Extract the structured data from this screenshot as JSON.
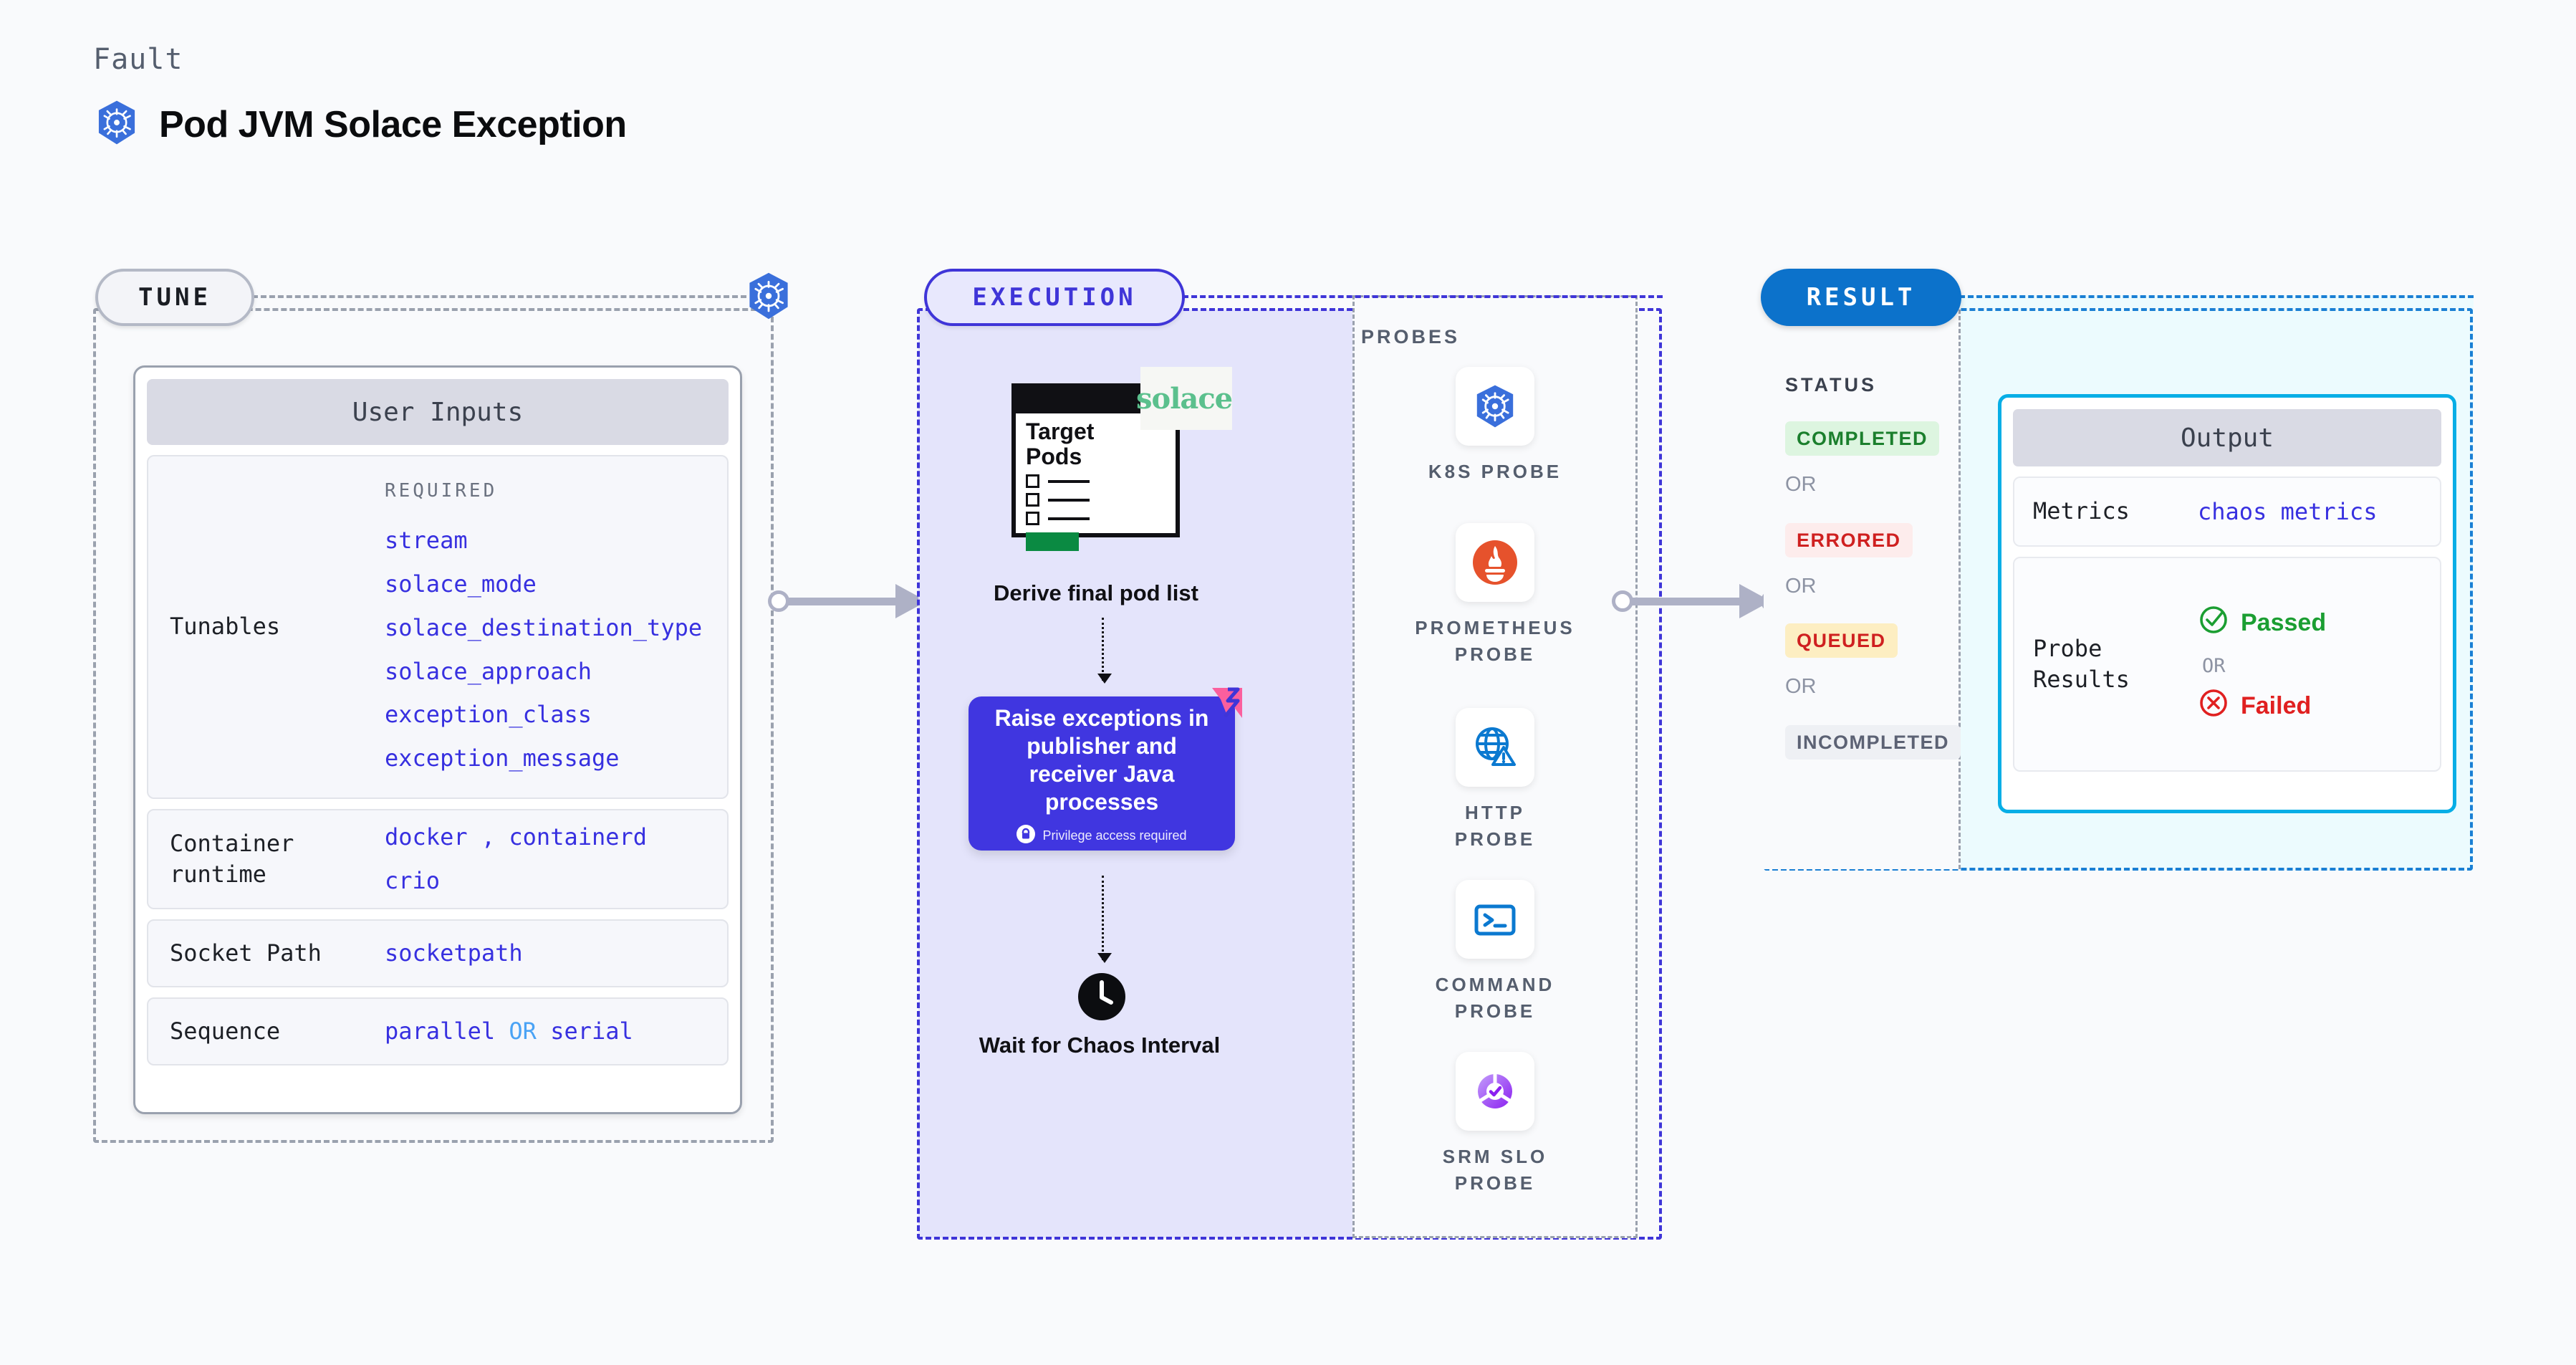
{
  "header": {
    "eyebrow": "Fault",
    "title": "Pod JVM Solace Exception",
    "icon": "kubernetes-icon"
  },
  "tune": {
    "pill_label": "TUNE",
    "border_icon": "kubernetes-icon",
    "card_title": "User Inputs",
    "rows": [
      {
        "label": "Tunables",
        "required_label": "REQUIRED",
        "values": [
          "stream",
          "solace_mode",
          "solace_destination_type",
          "solace_approach",
          "exception_class",
          "exception_message"
        ]
      },
      {
        "label": "Container runtime",
        "values": [
          "docker",
          "containerd",
          "crio"
        ],
        "separator": ","
      },
      {
        "label": "Socket Path",
        "values": [
          "socketpath"
        ]
      },
      {
        "label": "Sequence",
        "values": [
          "parallel",
          "serial"
        ],
        "separator": "OR"
      }
    ]
  },
  "execution": {
    "pill_label": "EXECUTION",
    "pods_card": {
      "title_line1": "Target",
      "title_line2": "Pods",
      "checklist_items": 3,
      "brand_logo": "solace-logo",
      "brand_name": "solace"
    },
    "step1_label": "Derive final pod list",
    "action_box": {
      "text": "Raise exceptions in publisher and receiver Java processes",
      "privilege_note": "Privilege access required",
      "privilege_icon": "lock-icon",
      "ribbon_icon": "litmus-ribbon-icon",
      "color": "#4036e0"
    },
    "step3_label": "Wait for Chaos Interval",
    "step3_icon": "clock-icon"
  },
  "probes": {
    "title": "PROBES",
    "items": [
      {
        "label": "K8S PROBE",
        "icon": "kubernetes-icon"
      },
      {
        "label": "PROMETHEUS PROBE",
        "icon": "prometheus-icon"
      },
      {
        "label": "HTTP PROBE",
        "icon": "globe-warning-icon"
      },
      {
        "label": "COMMAND PROBE",
        "icon": "terminal-icon"
      },
      {
        "label": "SRM SLO PROBE",
        "icon": "srm-slo-icon"
      }
    ]
  },
  "result": {
    "pill_label": "RESULT",
    "status_title": "STATUS",
    "or_label": "OR",
    "statuses": [
      {
        "label": "COMPLETED",
        "bg": "#ddf5e0",
        "color": "#1b7f2d"
      },
      {
        "label": "ERRORED",
        "bg": "#fdecec",
        "color": "#cf2020"
      },
      {
        "label": "QUEUED",
        "bg": "#fdeec2",
        "color": "#cf2020"
      },
      {
        "label": "INCOMPLETED",
        "bg": "#eef0f4",
        "color": "#5c6274"
      }
    ],
    "output": {
      "title": "Output",
      "metrics_label": "Metrics",
      "metrics_value": "chaos metrics",
      "probe_results_label": "Probe Results",
      "passed_label": "Passed",
      "failed_label": "Failed",
      "or_label": "OR",
      "passed_icon": "check-circle-icon",
      "failed_icon": "x-circle-icon",
      "passed_color": "#1b9e32",
      "failed_color": "#e02020"
    }
  },
  "connectors": {
    "arrow1": "tune-to-execution-arrow",
    "arrow2": "execution-to-result-arrow"
  }
}
